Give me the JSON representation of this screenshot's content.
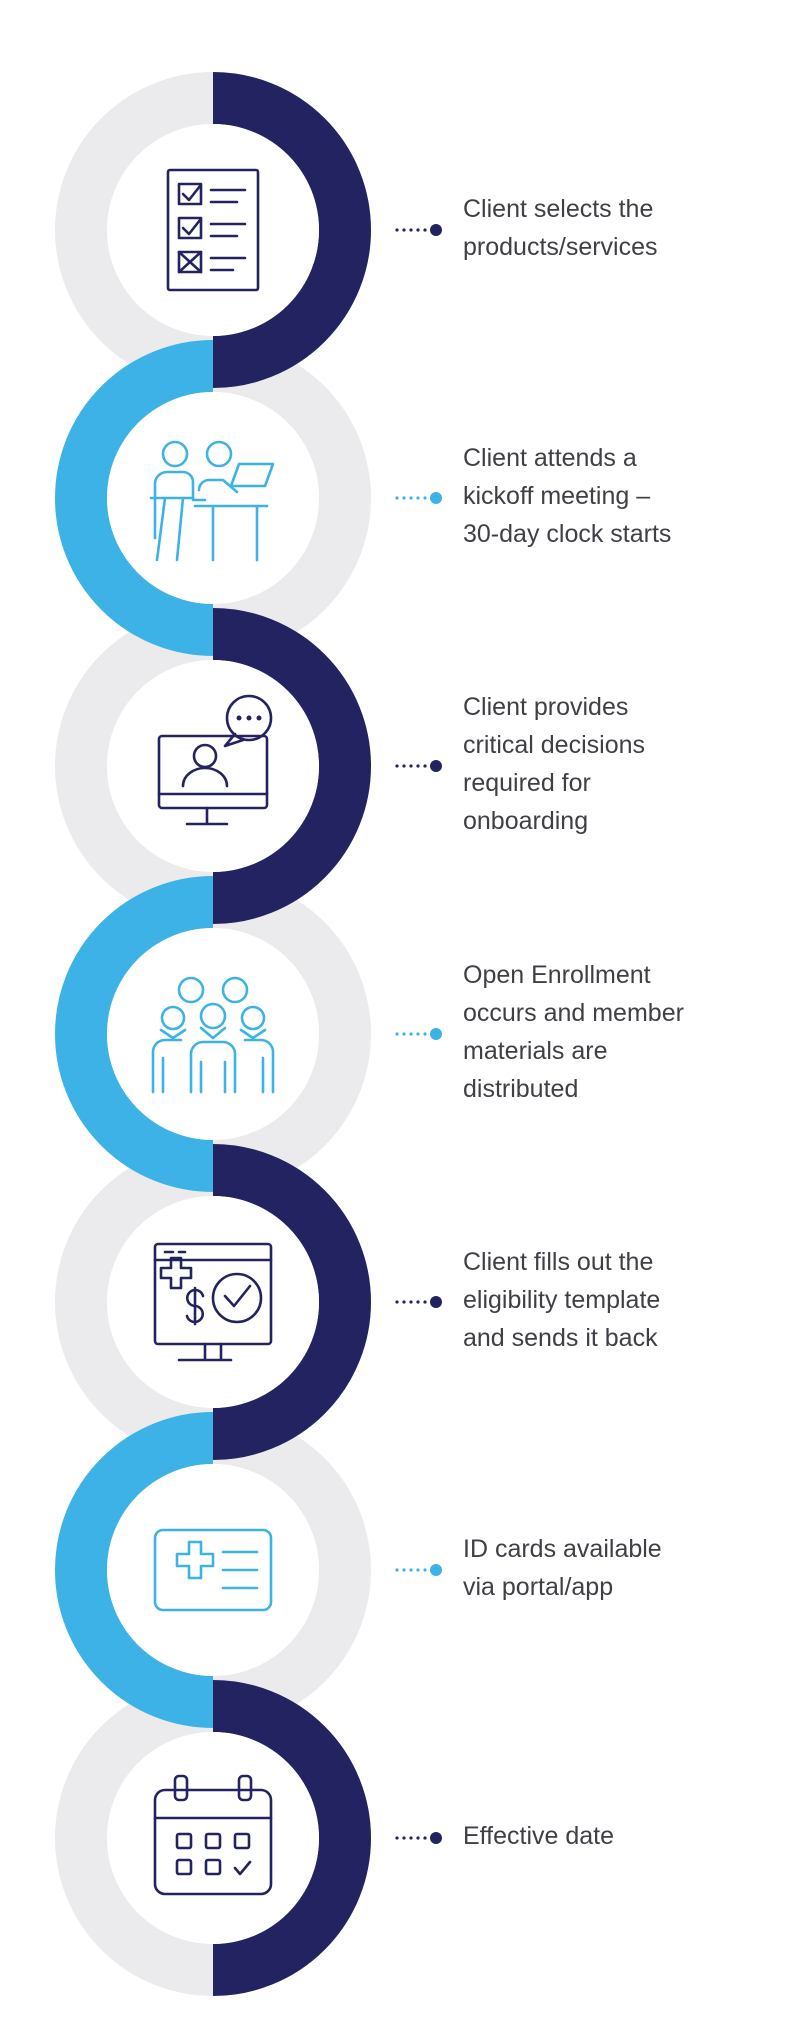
{
  "colors": {
    "navy": "#232361",
    "sky": "#3db2e6",
    "track": "#ebebed",
    "text": "#3f3f46"
  },
  "steps": [
    {
      "icon": "checklist-icon",
      "accent": "navy",
      "lines": [
        "Client selects the",
        "products/services"
      ]
    },
    {
      "icon": "meeting-icon",
      "accent": "sky",
      "lines": [
        "Client attends a",
        "kickoff meeting –",
        "30-day clock starts"
      ]
    },
    {
      "icon": "video-call-icon",
      "accent": "navy",
      "lines": [
        "Client provides",
        "critical decisions",
        "required for",
        "onboarding"
      ]
    },
    {
      "icon": "group-people-icon",
      "accent": "sky",
      "lines": [
        "Open Enrollment",
        "occurs and member",
        "materials are",
        "distributed"
      ]
    },
    {
      "icon": "eligibility-monitor-icon",
      "accent": "navy",
      "lines": [
        "Client fills out the",
        "eligibility template",
        "and sends it back"
      ]
    },
    {
      "icon": "id-card-icon",
      "accent": "sky",
      "lines": [
        "ID cards available",
        "via portal/app"
      ]
    },
    {
      "icon": "calendar-icon",
      "accent": "navy",
      "lines": [
        "Effective date"
      ]
    }
  ]
}
